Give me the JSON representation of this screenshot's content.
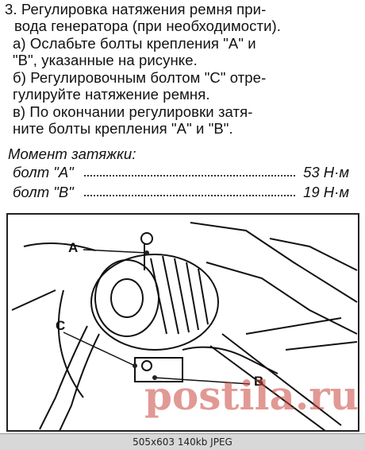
{
  "instructions": {
    "lines": [
      "3. Регулировка натяжения ремня при-",
      "вода генератора (при необходимости).",
      "а) Ослабьте болты крепления \"А\" и",
      "\"В\", указанные на рисунке.",
      "б) Регулировочным болтом \"С\" отре-",
      "гулируйте натяжение ремня.",
      "в) По окончании регулировки затя-",
      "ните болты крепления \"А\" и \"В\"."
    ]
  },
  "torque": {
    "heading": "Момент затяжки:",
    "rows": [
      {
        "name": "болт \"А\"",
        "value": "53 Н·м"
      },
      {
        "name": "болт \"В\"",
        "value": "19 Н·м"
      }
    ]
  },
  "figure": {
    "label_a": "A",
    "label_b": "B",
    "label_c": "C"
  },
  "watermark": "postila.ru",
  "status": "505x603 140kb JPEG"
}
